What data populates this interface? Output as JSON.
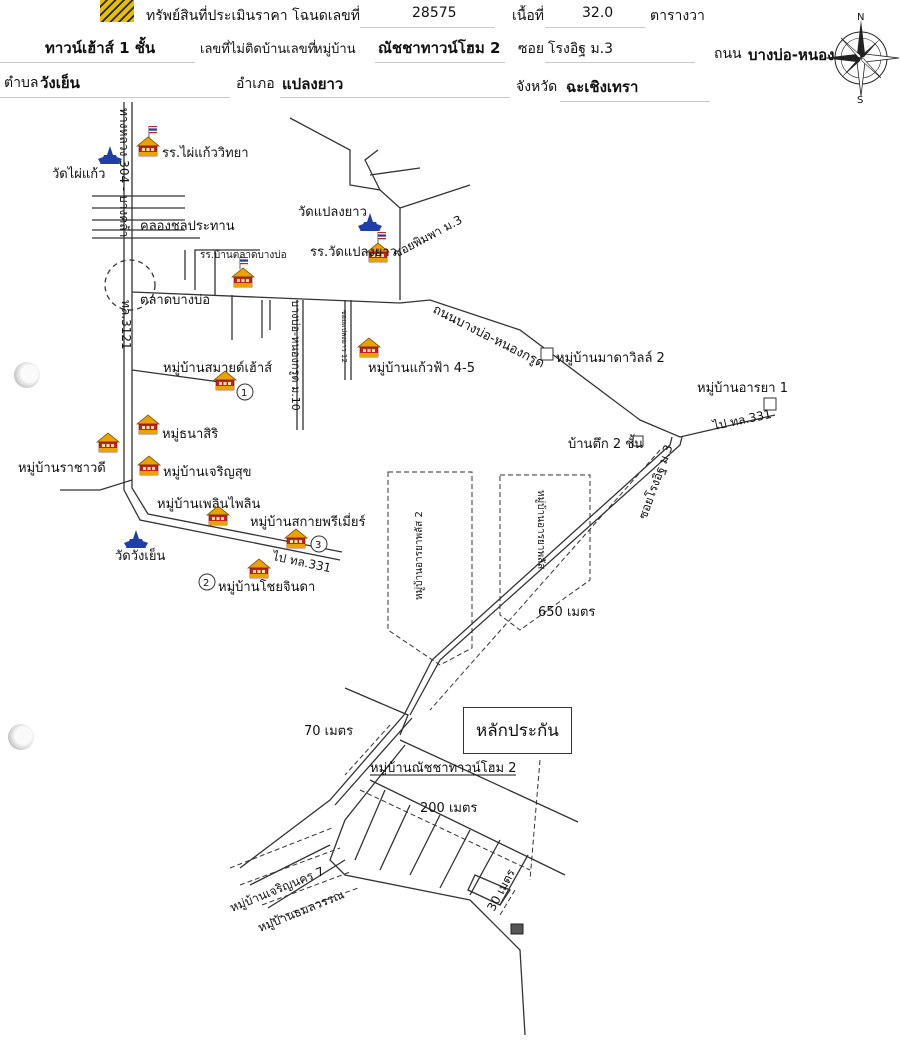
{
  "header": {
    "row1": {
      "property_label": "ทรัพย์สินที่ประเมินราคา โฉนดเลขที่",
      "deed_number": "28575",
      "area_label": "เนื้อที่",
      "area_value": "32.0",
      "area_unit": "ตารางวา"
    },
    "row2": {
      "building_type": "ทาวน์เฮ้าส์ 1 ชั้น",
      "house_no": "เลขที่ไม่ติดบ้านเลขที่",
      "village_label": "หมู่บ้าน",
      "village_value": "ณัชชาทาวน์โฮม 2",
      "soi_label": "ซอย",
      "soi_value": "โรงอิฐ ม.3",
      "road_label": "ถนน",
      "road_value": "บางบ่อ-หนอง"
    },
    "row3": {
      "subdistrict_label": "ตำบล",
      "subdistrict_value": "วังเย็น",
      "district_label": "อำเภอ",
      "district_value": "แปลงยาว",
      "province_label": "จังหวัด",
      "province_value": "ฉะเชิงเทรา"
    }
  },
  "compass": {
    "n": "N",
    "s": "S"
  },
  "labels": {
    "school_phaikaew": "รร.ไผ่แก้ววิทยา",
    "wat_phaikaew": "วัดไผ่แก้ว",
    "canal": "คลองชลประทาน",
    "school_talad": "รร.บ้านตลาดบางบ่อ",
    "market": "ตลาดบางบ่อ",
    "wat_plaengyao": "วัดแปลงยาว",
    "school_wat": "รร.วัดแปลงยาว",
    "soi_phimpha": "ซอยพิมพา ม.3",
    "road_main": "ถนนบางบ่อ-หนองกรูด",
    "road_side": "บางบ่อ-หนองกรูด ม.10",
    "road_small": "ซอยแปลงยาว 12",
    "highway_304": "ทางหลวง 304 - บางคล้า",
    "highway_3121": "ทล.3121",
    "madaville": "หมู่บ้านมาดาวิลล์ 2",
    "kaewfa": "หมู่บ้านแก้วฟ้า 4-5",
    "araya": "หมู่บ้านอารยา 1",
    "to_331_right": "ไป ทล.331",
    "smart_house": "หมู่บ้านสมายด์เฮ้าส์",
    "thanasiri": "หมู่ธนาสิริ",
    "rachawadee": "หมู่บ้านราชาวดี",
    "charoensuk": "หมู่บ้านเจริญสุข",
    "plernplern": "หมู่บ้านเพลินไพลิน",
    "sakai": "หมู่บ้านสกายพรีเมี่ยร์",
    "wat_wangyen": "วัดวังเย็น",
    "to_331_left": "ไป ทล.331",
    "chaiyajinda": "หมู่บ้านโชยจินดา",
    "shophouse": "บ้านตึก 2 ชั้น",
    "soi_rongit": "ซอยโรงอิฐ ม.3",
    "araya_park_2": "หมู่บ้านอารยาพลัส 2",
    "araya_park": "หมู่บ้านอารยาพลัส",
    "dist_650": "650 เมตร",
    "dist_70": "70 เมตร",
    "collateral": "หลักประกัน",
    "natcha_village": "หมู่บ้านณัชชาทาวน์โฮม 2",
    "dist_200": "200 เมตร",
    "dist_30": "30 เมตร",
    "charoennakorn": "หมู่บ้านเจริญนคร 7",
    "thamonwan": "หมู่บ้านธมลวรรณ",
    "circle_1": "1",
    "circle_2": "2",
    "circle_3": "3"
  },
  "colors": {
    "temple": "#1f3fa8",
    "school_roof": "#e8a300",
    "school_wall": "#c8201e",
    "hatch_yellow": "#e6c000"
  },
  "icons": [
    "temple-icon",
    "school-icon",
    "thai-flag-icon",
    "compass-rose-icon",
    "collateral-parcel-marker"
  ]
}
